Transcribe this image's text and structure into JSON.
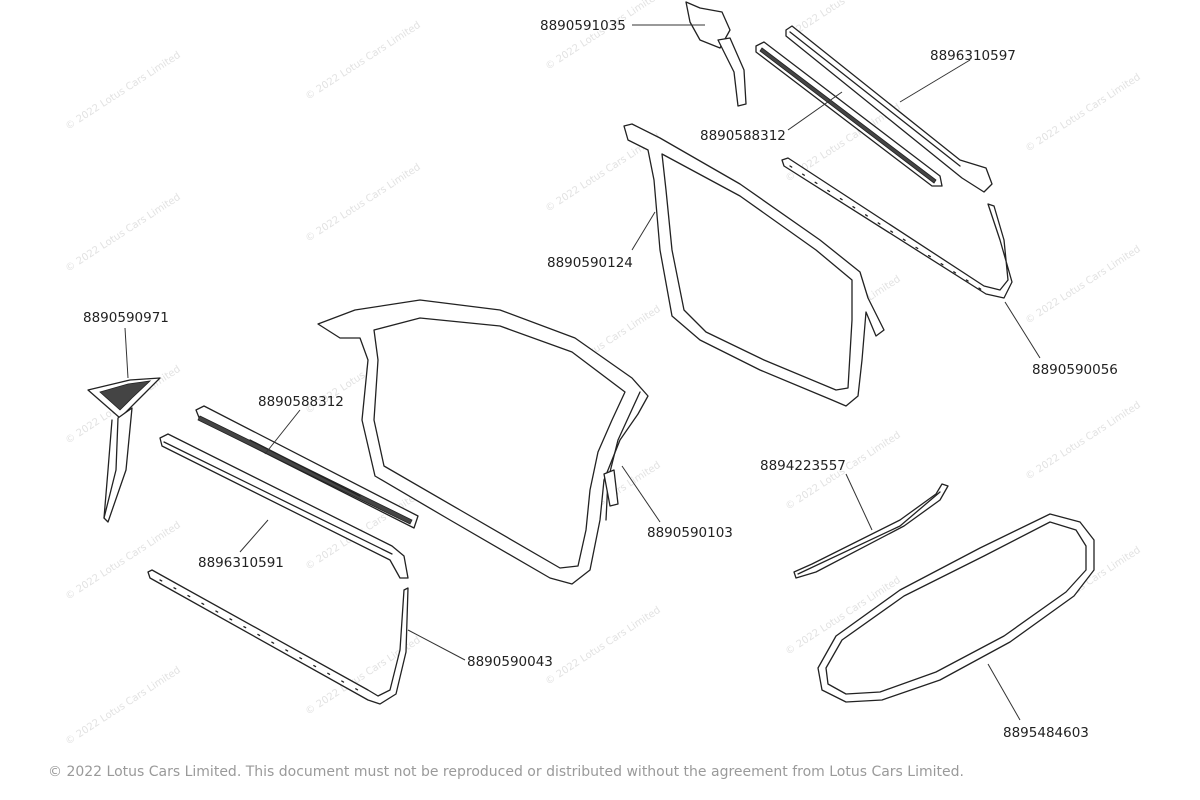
{
  "watermark": "© 2022 Lotus Cars Limited",
  "copyright": "© 2022 Lotus Cars Limited. This document must not be reproduced or distributed without the agreement from Lotus Cars Limited.",
  "parts": {
    "rear_quarter_trim": "8890591035",
    "waist_seal_upper_outer": "8896310597",
    "waist_seal_upper_inner": "8890588312",
    "rear_door_frame_seal": "8890590124",
    "rear_belt_strip": "8890590056",
    "front_mirror_patch": "8890590971",
    "front_waist_seal_inner": "8890588312",
    "front_waist_seal_outer": "8896310591",
    "front_door_frame_seal": "8890590103",
    "front_belt_strip": "8890590043",
    "curved_strip": "8894223557",
    "loop_seal": "8895484603"
  }
}
